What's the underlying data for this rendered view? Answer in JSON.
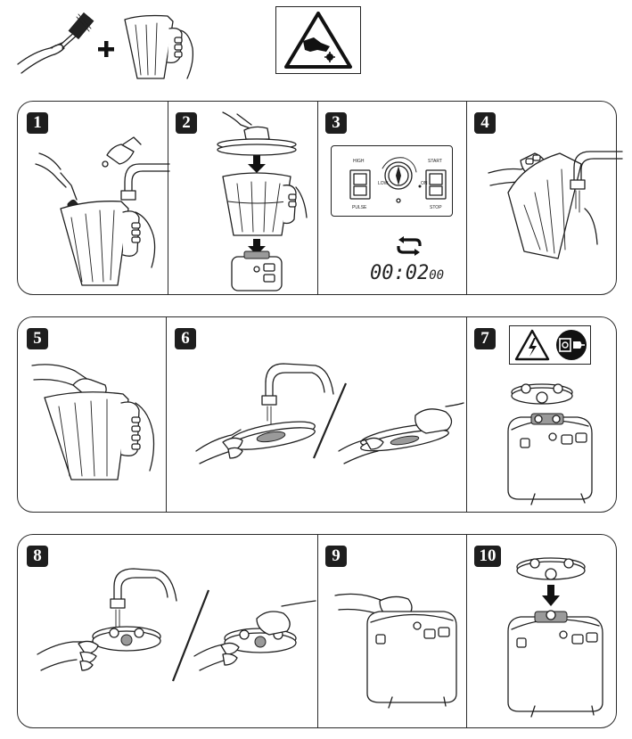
{
  "steps": [
    {
      "number": "1"
    },
    {
      "number": "2"
    },
    {
      "number": "3"
    },
    {
      "number": "4"
    },
    {
      "number": "5"
    },
    {
      "number": "6"
    },
    {
      "number": "7"
    },
    {
      "number": "8"
    },
    {
      "number": "9"
    },
    {
      "number": "10"
    }
  ],
  "step3": {
    "timer_main": "00:02",
    "timer_sub": "00",
    "control_labels": {
      "high": "HIGH",
      "low": "LOW",
      "pulse": "PULSE",
      "start": "START",
      "stop": "STOP",
      "on": "ON"
    }
  },
  "icons": {
    "header": [
      "brush-icon",
      "plus-icon",
      "jar-icon",
      "hand-hazard-warning-icon"
    ],
    "step3_loop": "repeat-icon",
    "step7_warnings": [
      "electrical-hazard-icon",
      "unplug-icon"
    ]
  }
}
